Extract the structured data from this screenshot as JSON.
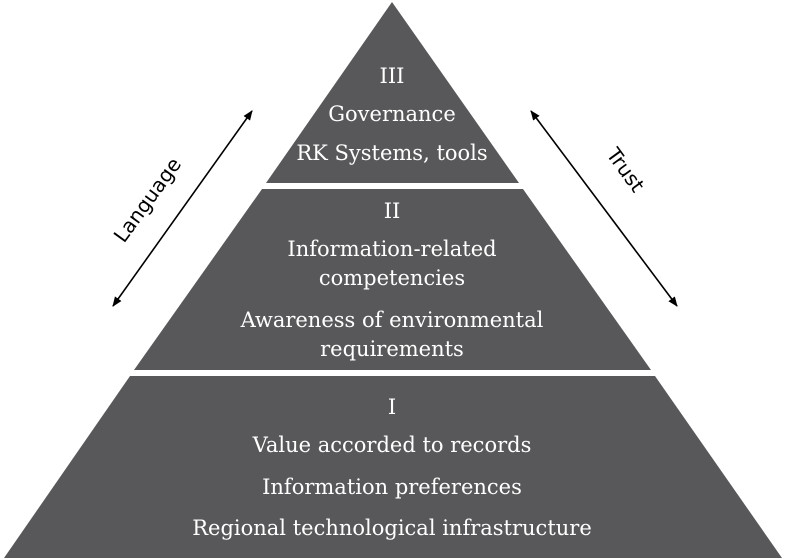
{
  "colors": {
    "tier_fill": "#58585a",
    "arrow": "#000000",
    "label_text": "#ffffff"
  },
  "tiers": [
    {
      "numeral": "III",
      "lines": [
        "Governance",
        "RK Systems, tools"
      ]
    },
    {
      "numeral": "II",
      "lines": [
        "Information-related",
        "competencies",
        "Awareness of environmental",
        "requirements"
      ]
    },
    {
      "numeral": "I",
      "lines": [
        "Value accorded to records",
        "Information preferences",
        "Regional technological infrastructure"
      ]
    }
  ],
  "side_labels": {
    "left": "Language",
    "right": "Trust"
  }
}
